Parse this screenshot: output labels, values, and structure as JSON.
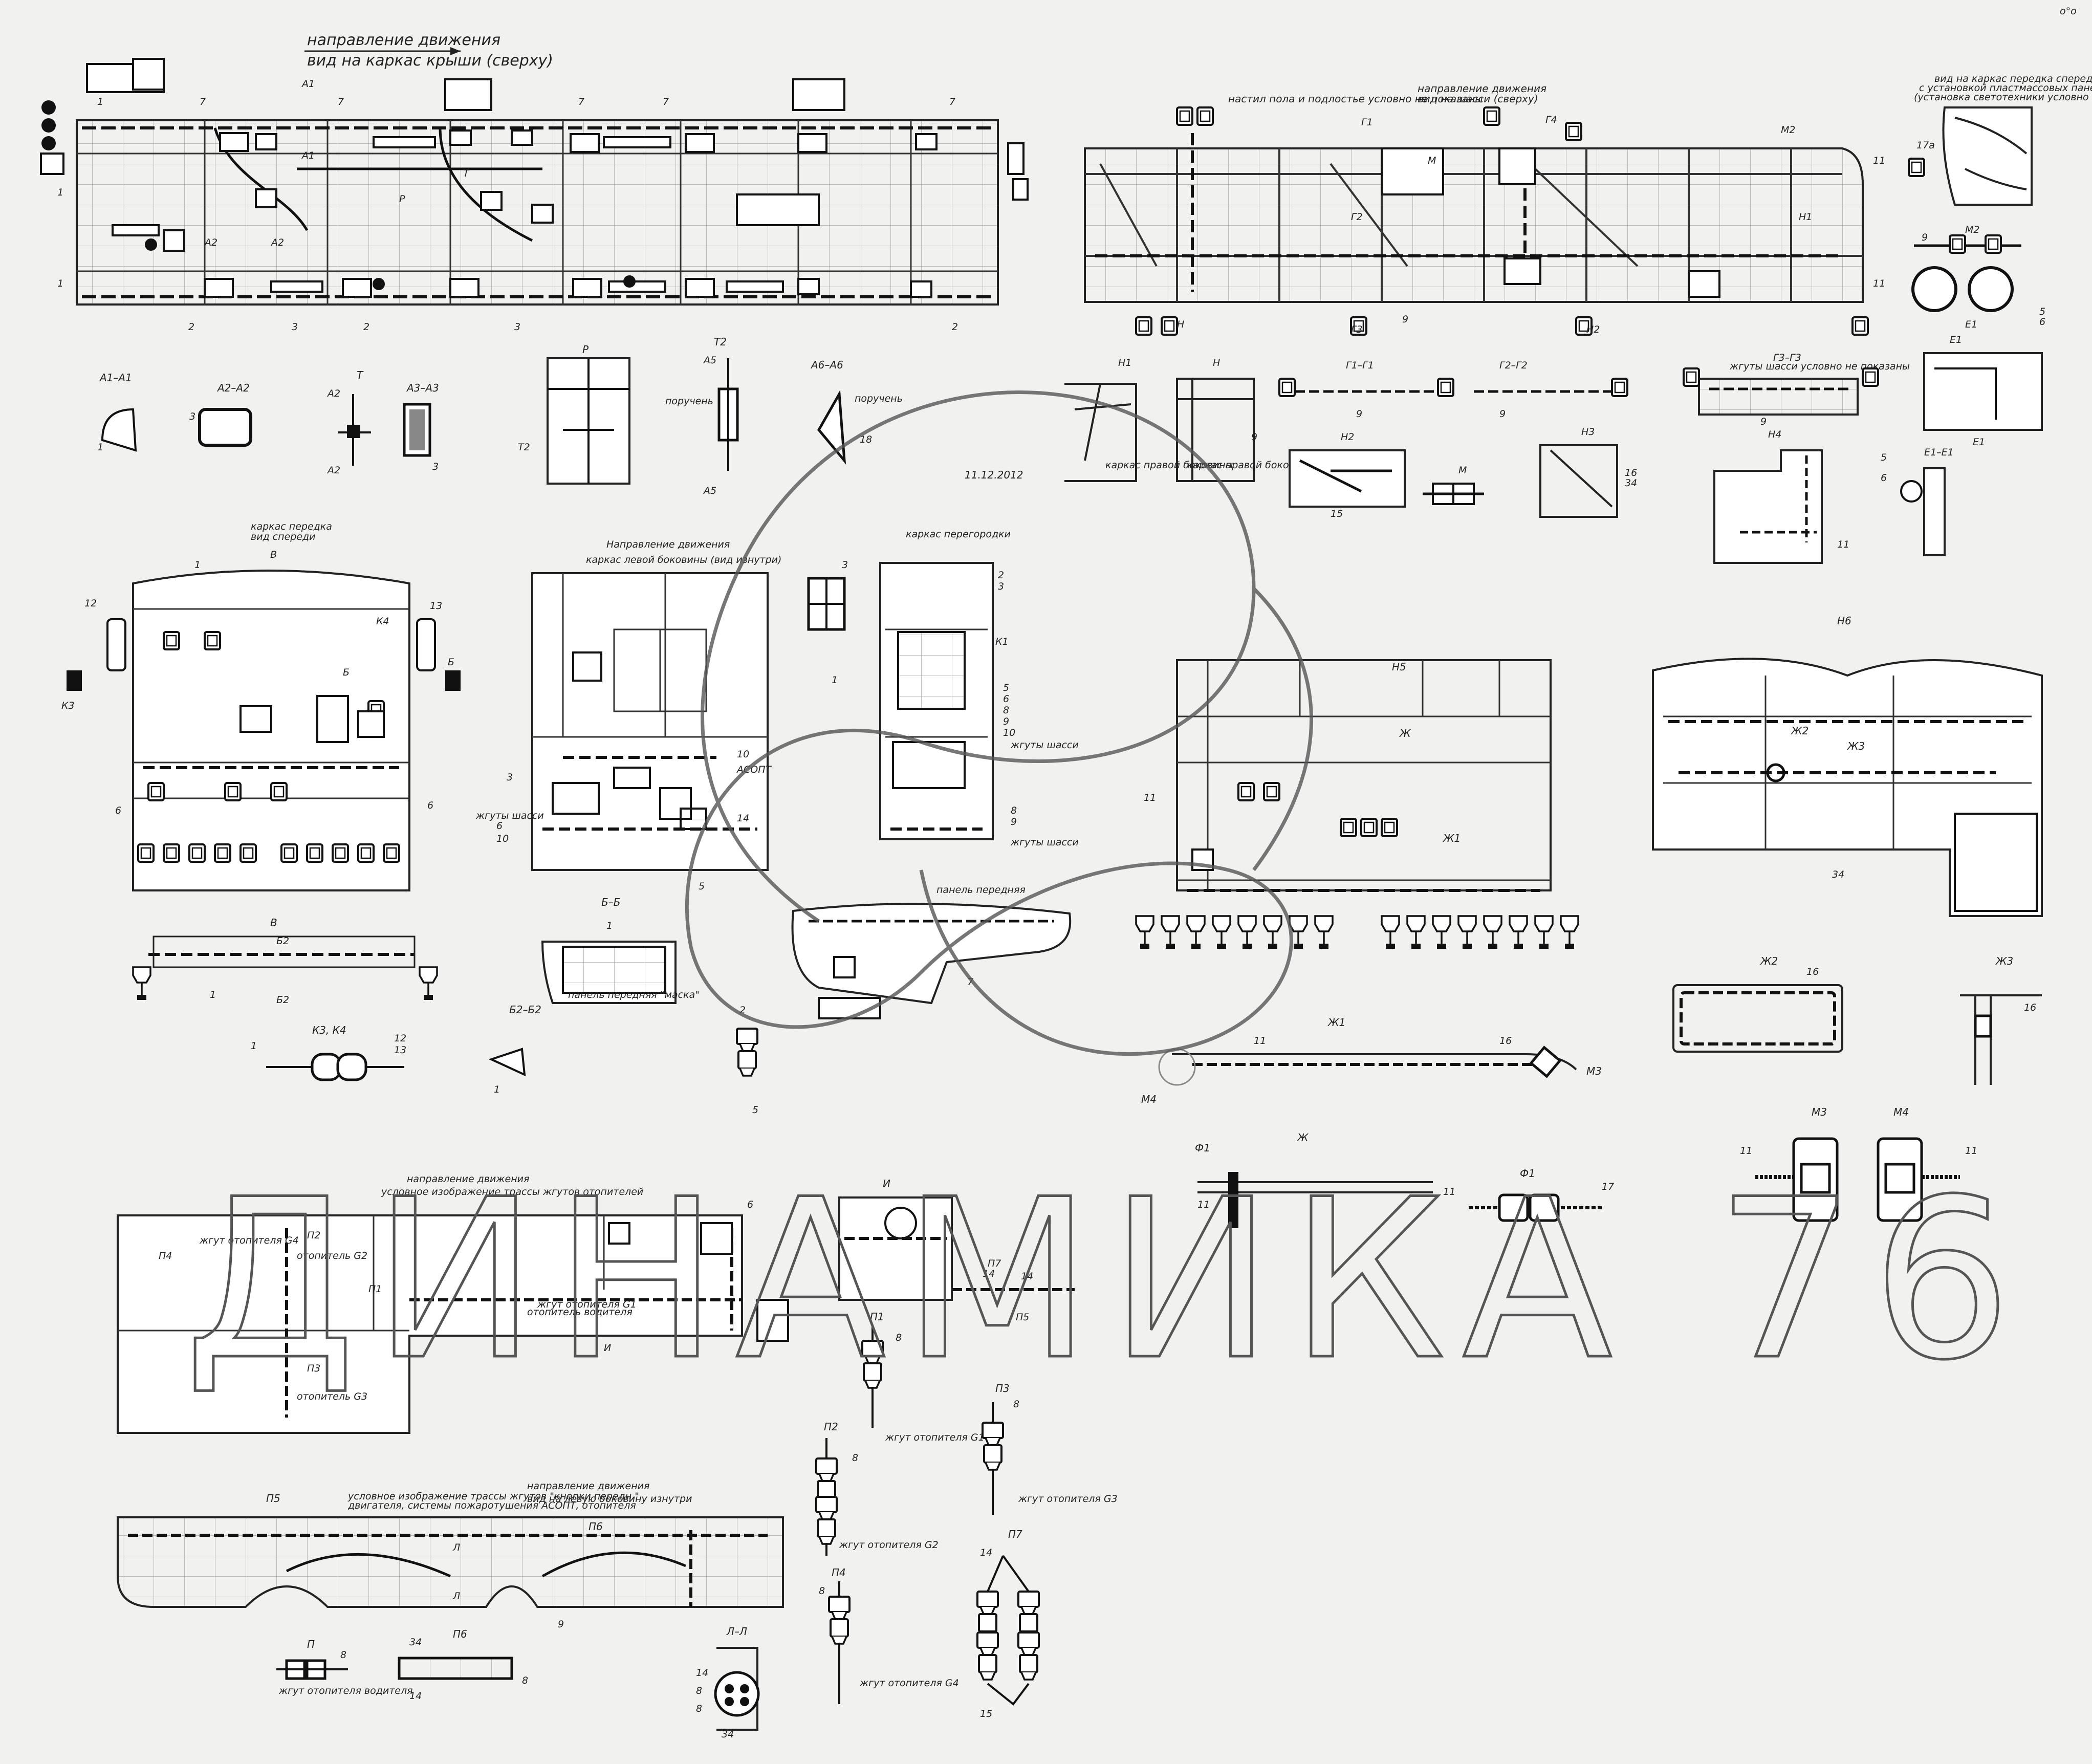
{
  "document": {
    "date": "11.12.2012",
    "corner_mark": "о°о"
  },
  "views": {
    "roof": {
      "direction": "направление движения",
      "title": "вид на каркас крыши (сверху)",
      "callouts": [
        "1",
        "1",
        "1",
        "2",
        "2",
        "2",
        "3",
        "3",
        "7",
        "7",
        "7",
        "7",
        "7",
        "А1",
        "А1",
        "А2",
        "А2",
        "Р",
        "Т"
      ]
    },
    "chassis": {
      "note": "настил пола и подлостье условно не показаны",
      "direction": "направление движения",
      "title": "вид на шасси (сверху)",
      "callouts": [
        "Г1",
        "Г2",
        "Г3",
        "Г4",
        "М",
        "М2",
        "Н",
        "Н1",
        "Н2",
        "9",
        "11",
        "11"
      ]
    },
    "rear": {
      "title": "вид на каркас передка спереди",
      "note1": "с установкой пластмассовых панелей",
      "note2": "(установка светотехники условно не показана)",
      "callouts": [
        "17а",
        "9",
        "М2"
      ]
    },
    "section_a1": {
      "title": "А1–А1",
      "callouts": [
        "1"
      ]
    },
    "section_a2": {
      "title": "А2–А2",
      "callouts": [
        "3"
      ]
    },
    "section_t": {
      "title": "Т",
      "callouts": [
        "А2",
        "А2"
      ]
    },
    "section_a3": {
      "title": "А3–А3",
      "callouts": [
        "3"
      ]
    },
    "view_p": {
      "title": "Р",
      "callouts": [
        "Т2"
      ]
    },
    "view_t2": {
      "title": "Т2",
      "label": "поручень",
      "callouts": [
        "А5",
        "А5"
      ]
    },
    "section_a6": {
      "title": "А6–А6",
      "label": "поручень",
      "callouts": [
        "18"
      ]
    },
    "view_n1": {
      "title": "Н1",
      "label": "каркас правой боковины"
    },
    "view_n": {
      "title": "Н",
      "label": "каркас правой боковины",
      "callouts": [
        "9"
      ]
    },
    "view_g1": {
      "title": "Г1–Г1",
      "callouts": [
        "9"
      ]
    },
    "view_g2": {
      "title": "Г2–Г2",
      "callouts": [
        "9"
      ]
    },
    "view_g3": {
      "title": "Г3–Г3",
      "label": "жгуты шасси условно не показаны",
      "callouts": [
        "9"
      ]
    },
    "view_e": {
      "title": "Е1",
      "callouts": [
        "5",
        "6",
        "Е1",
        "Е1"
      ]
    },
    "view_n2": {
      "title": "Н2",
      "callouts": [
        "15"
      ]
    },
    "view_m": {
      "title": "М"
    },
    "view_n3": {
      "title": "Н3",
      "callouts": [
        "16",
        "34"
      ]
    },
    "view_n4": {
      "title": "Н4",
      "callouts": [
        "11"
      ]
    },
    "view_ee": {
      "title": "Е1–Е1",
      "callouts": [
        "5",
        "6"
      ]
    },
    "front": {
      "title": "каркас передка",
      "subtitle": "вид спереди",
      "callouts": [
        "В",
        "1",
        "12",
        "13",
        "К3",
        "К4",
        "Б",
        "Б",
        "6",
        "6"
      ]
    },
    "view_v": {
      "title": "В",
      "callouts": [
        "Б2",
        "Б2",
        "1"
      ]
    },
    "view_k": {
      "title": "К3, К4",
      "callouts": [
        "1",
        "12",
        "13"
      ]
    },
    "left_side": {
      "direction": "Направление движения",
      "title": "каркас левой боковины (вид изнутри)",
      "callouts": [
        "3",
        "6",
        "10",
        "10",
        "14",
        "5",
        "АСОПТ"
      ],
      "label": "жгуты шасси"
    },
    "partition": {
      "title": "каркас перегородки",
      "callouts": [
        "3",
        "К1",
        "1",
        "2",
        "3",
        "5",
        "6",
        "8",
        "9",
        "10",
        "8",
        "9"
      ],
      "label1": "жгуты шасси",
      "label2": "жгуты шасси"
    },
    "section_bb": {
      "title": "Б–Б",
      "label": "панель передняя \"маска\"",
      "callouts": [
        "1"
      ]
    },
    "section_b2": {
      "title": "Б2–Б2",
      "callouts": [
        "1"
      ]
    },
    "panel_front": {
      "title": "панель передняя",
      "callouts": [
        "2",
        "7",
        "5"
      ]
    },
    "view_n5": {
      "title": "Н5",
      "callouts": [
        "Ж",
        "Ж1",
        "11"
      ]
    },
    "view_n6": {
      "title": "Н6",
      "callouts": [
        "Ж2",
        "Ж3",
        "34"
      ]
    },
    "view_zh1": {
      "title": "Ж1",
      "callouts": [
        "11",
        "16",
        "М3",
        "М4"
      ]
    },
    "view_zh2": {
      "title": "Ж2",
      "callouts": [
        "16"
      ]
    },
    "view_zh3": {
      "title": "Ж3",
      "callouts": [
        "16"
      ]
    },
    "view_zh": {
      "title": "Ж",
      "callouts": [
        "Ф1",
        "11"
      ]
    },
    "view_f1": {
      "title": "Ф1",
      "callouts": [
        "11",
        "17"
      ]
    },
    "view_m3": {
      "title": "М3",
      "callouts": [
        "11"
      ]
    },
    "view_m4": {
      "title": "М4",
      "callouts": [
        "11"
      ]
    },
    "floor": {
      "direction": "направление движения",
      "title": "условное изображение трассы жгутов отопителей",
      "labels": [
        "жгут отопителя G4",
        "отопитель G2",
        "отопитель G3",
        "жгут отопителя G1",
        "отопитель водителя"
      ],
      "callouts": [
        "П4",
        "П2",
        "П1",
        "П3",
        "И",
        "6"
      ]
    },
    "view_i": {
      "title": "И",
      "callouts": [
        "П7",
        "14",
        "14",
        "П5"
      ]
    },
    "harness_p1": {
      "title": "П1",
      "label": "жгут отопителя G1",
      "callouts": [
        "8"
      ]
    },
    "harness_p2": {
      "title": "П2",
      "label": "жгут отопителя G2",
      "callouts": [
        "8"
      ]
    },
    "harness_p3": {
      "title": "П3",
      "label": "жгут отопителя G3",
      "callouts": [
        "8"
      ]
    },
    "harness_p4": {
      "title": "П4",
      "label": "жгут отопителя G4",
      "callouts": [
        "8"
      ]
    },
    "harness_p7": {
      "title": "П7",
      "callouts": [
        "14",
        "15"
      ]
    },
    "left_wall": {
      "title": "П5",
      "direction": "направление движения",
      "subtitle": "вид на левую боковину изнутри",
      "note1": "условное изображение трассы жгутов \"кнопки передн.\"",
      "note2": "двигателя, системы пожаротушения АСОПТ, отопителя",
      "callouts": [
        "П6",
        "Л",
        "Л",
        "9"
      ]
    },
    "view_p_driver": {
      "title": "П",
      "label": "жгут отопителя водителя",
      "callouts": [
        "8"
      ]
    },
    "view_p6": {
      "title": "П6",
      "callouts": [
        "34",
        "8",
        "14"
      ]
    },
    "section_ll": {
      "title": "Л–Л",
      "callouts": [
        "14",
        "8",
        "8",
        "34"
      ]
    }
  },
  "watermark": {
    "text": "ДИНАМИКА 76",
    "shape": "trefoil-logo"
  }
}
